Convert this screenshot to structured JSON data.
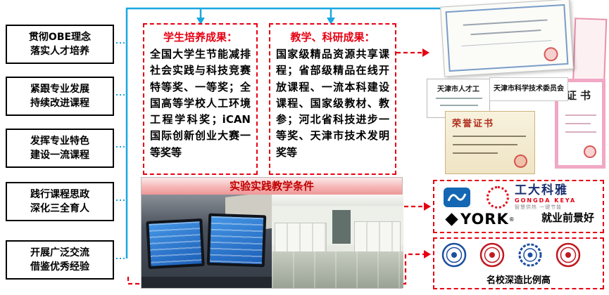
{
  "colors": {
    "arrow_blue": "#1BA7E0",
    "arrow_red": "#E60012",
    "title_red": "#E60012",
    "header_red": "#C00000"
  },
  "left_principles": [
    {
      "line1": "贯彻OBE理念",
      "line2": "落实人才培养"
    },
    {
      "line1": "紧跟专业发展",
      "line2": "持续改进课程"
    },
    {
      "line1": "发挥专业特色",
      "line2": "建设一流课程"
    },
    {
      "line1": "践行课程思政",
      "line2": "深化三全育人"
    },
    {
      "line1": "开展广泛交流",
      "line2": "借鉴优秀经验"
    }
  ],
  "student_achievements": {
    "title": "学生培养成果：",
    "body": "全国大学生节能减排社会实践与科技竞赛特等奖、一等奖；全国高等学校人工环境工程学科奖；iCAN国际创新创业大赛一等奖等"
  },
  "teaching_achievements": {
    "title": "教学、科研成果：",
    "body": "国家级精品资源共享课程；省部级精品在线开放课程、一流本科建设课程、国家级教材、教参；河北省科技进步一等奖、天津市技术发明奖等"
  },
  "experiment": {
    "title": "实验实践教学条件"
  },
  "certificates": {
    "talent_card": "天津市人才工",
    "sci_committee": "天津市科学技术委员会",
    "cert_title": "证书",
    "honor_title": "荣誉证书"
  },
  "employment": {
    "keya_name": "工大科雅",
    "keya_latin": "GONGDA KEYA",
    "keya_slogan": "智慧供热 一键节能",
    "york": "YORK",
    "york_reg": "®",
    "caption": "就业前景好"
  },
  "universities": {
    "caption": "名校深造比例高"
  }
}
